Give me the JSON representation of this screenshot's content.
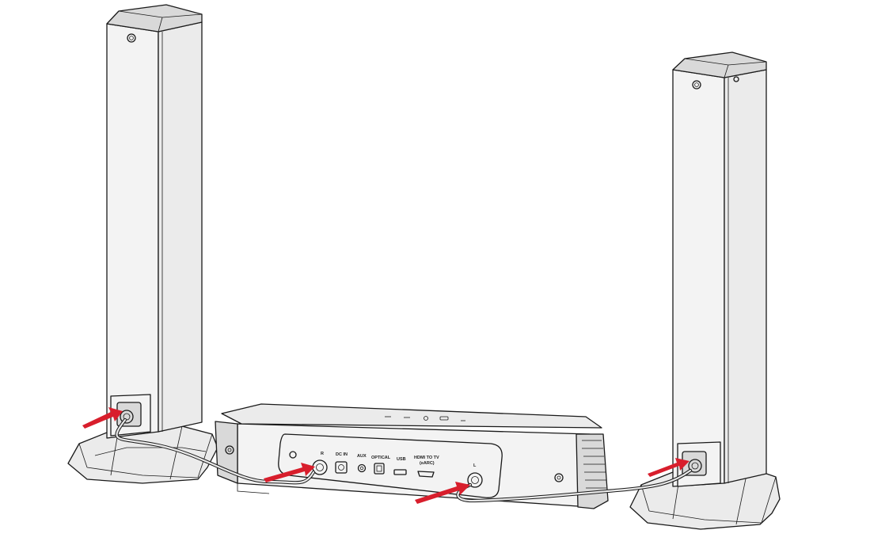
{
  "diagram": {
    "colors": {
      "arrow": "#d81e2c",
      "outline": "#1a1a1a",
      "body": "#ebebeb",
      "background": "#ffffff"
    },
    "soundbar_ports": {
      "right": "R",
      "dc_in": "DC IN",
      "aux": "AUX",
      "optical": "OPTICAL",
      "usb": "USB",
      "hdmi_line1": "HDMI TO TV",
      "hdmi_line2": "(eARC)",
      "left": "L"
    }
  }
}
